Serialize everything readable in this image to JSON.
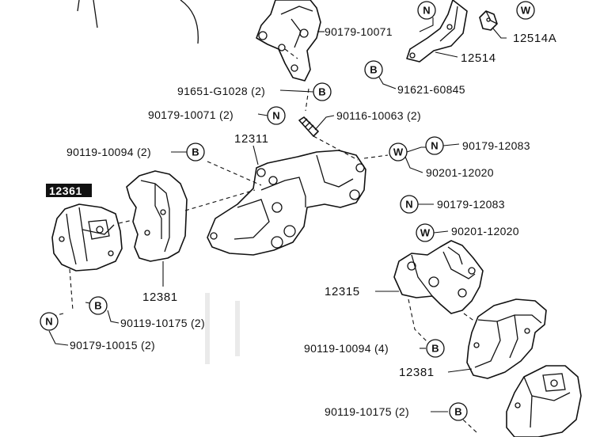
{
  "labels": {
    "top_90179_10071": "90179-10071",
    "top_12514a": "12514A",
    "top_12514": "12514",
    "top_91621": "91621-60845",
    "top_91651": "91651-G1028 (2)",
    "mid_90179_10071": "90179-10071 (2)",
    "mid_90116": "90116-10063 (2)",
    "p12311": "12311",
    "l_90119_10094": "90119-10094 (2)",
    "r_90179_12083_a": "90179-12083",
    "r_90201_12020_a": "90201-12020",
    "p12361": "12361",
    "r_90179_12083_b": "90179-12083",
    "r_90201_12020_b": "90201-12020",
    "p12381_left": "12381",
    "p12315": "12315",
    "bl_90119_10175": "90119-10175 (2)",
    "bl_90179_10015": "90179-10015 (2)",
    "br_90119_10094": "90119-10094 (4)",
    "p12381_right": "12381",
    "br_90119_10175": "90119-10175 (2)"
  },
  "markers": {
    "n": "N",
    "b": "B",
    "w": "W"
  }
}
